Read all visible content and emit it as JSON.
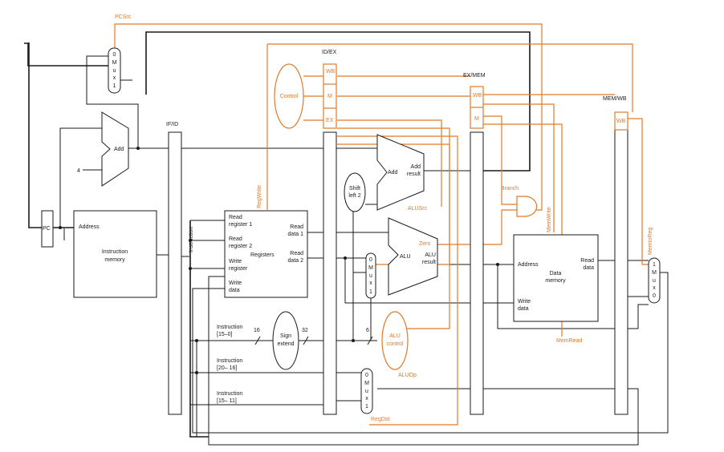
{
  "labels": {
    "pcsrc": "PCSrc",
    "mux_pc": [
      "0",
      "M",
      "u",
      "x",
      "1"
    ],
    "add_pc": "Add",
    "four": "4",
    "if_id": "IF/ID",
    "id_ex": "ID/EX",
    "ex_mem": "EX/MEM",
    "mem_wb": "MEM/WB",
    "pc": "PC",
    "address": "Address",
    "imem": [
      "Instruction",
      "memory"
    ],
    "instruction_bus": "Instruction",
    "control": "Control",
    "wb": "WB",
    "m": "M",
    "ex": "EX",
    "regwrite": "RegWrite",
    "read_reg1": [
      "Read",
      "register 1"
    ],
    "read_reg2": [
      "Read",
      "register 2"
    ],
    "registers": "Registers",
    "write_reg": [
      "Write",
      "register"
    ],
    "write_data": [
      "Write",
      "data"
    ],
    "read_data1": [
      "Read",
      "data 1"
    ],
    "read_data2": [
      "Read",
      "data 2"
    ],
    "shift": [
      "Shift",
      "left 2"
    ],
    "add_branch": "Add",
    "add_result": [
      "Add",
      "result"
    ],
    "alusrc": "ALUSrc",
    "zero": "Zero",
    "alu": "ALU",
    "alu_result": [
      "ALU",
      "result"
    ],
    "mux_alu": [
      "0",
      "M",
      "u",
      "x",
      "1"
    ],
    "branch": "Branch",
    "memwrite": "MemWrite",
    "memtoreg": "MemtoReg",
    "dmem_address": "Address",
    "dmem_read": [
      "Read",
      "data"
    ],
    "dmem": [
      "Data",
      "memory"
    ],
    "dmem_write": [
      "Write",
      "data"
    ],
    "memread": "MemRead",
    "mux_wb": [
      "1",
      "M",
      "u",
      "x",
      "0"
    ],
    "instr_15_0": [
      "Instruction",
      "[15–0]"
    ],
    "sixteen": "16",
    "sign_extend": [
      "Sign",
      "extend"
    ],
    "thirtytwo": "32",
    "six": "6",
    "alu_control": [
      "ALU",
      "control"
    ],
    "aluop": "ALUOp",
    "instr_20_16": [
      "Instruction",
      "[20– 16]"
    ],
    "mux_dst": [
      "0",
      "M",
      "u",
      "x",
      "1"
    ],
    "instr_15_11": [
      "Instruction",
      "[15– 11]"
    ],
    "regdst": "RegDst"
  },
  "colors": {
    "datapath": "#1a1a1a",
    "control": "#e07a2a"
  }
}
